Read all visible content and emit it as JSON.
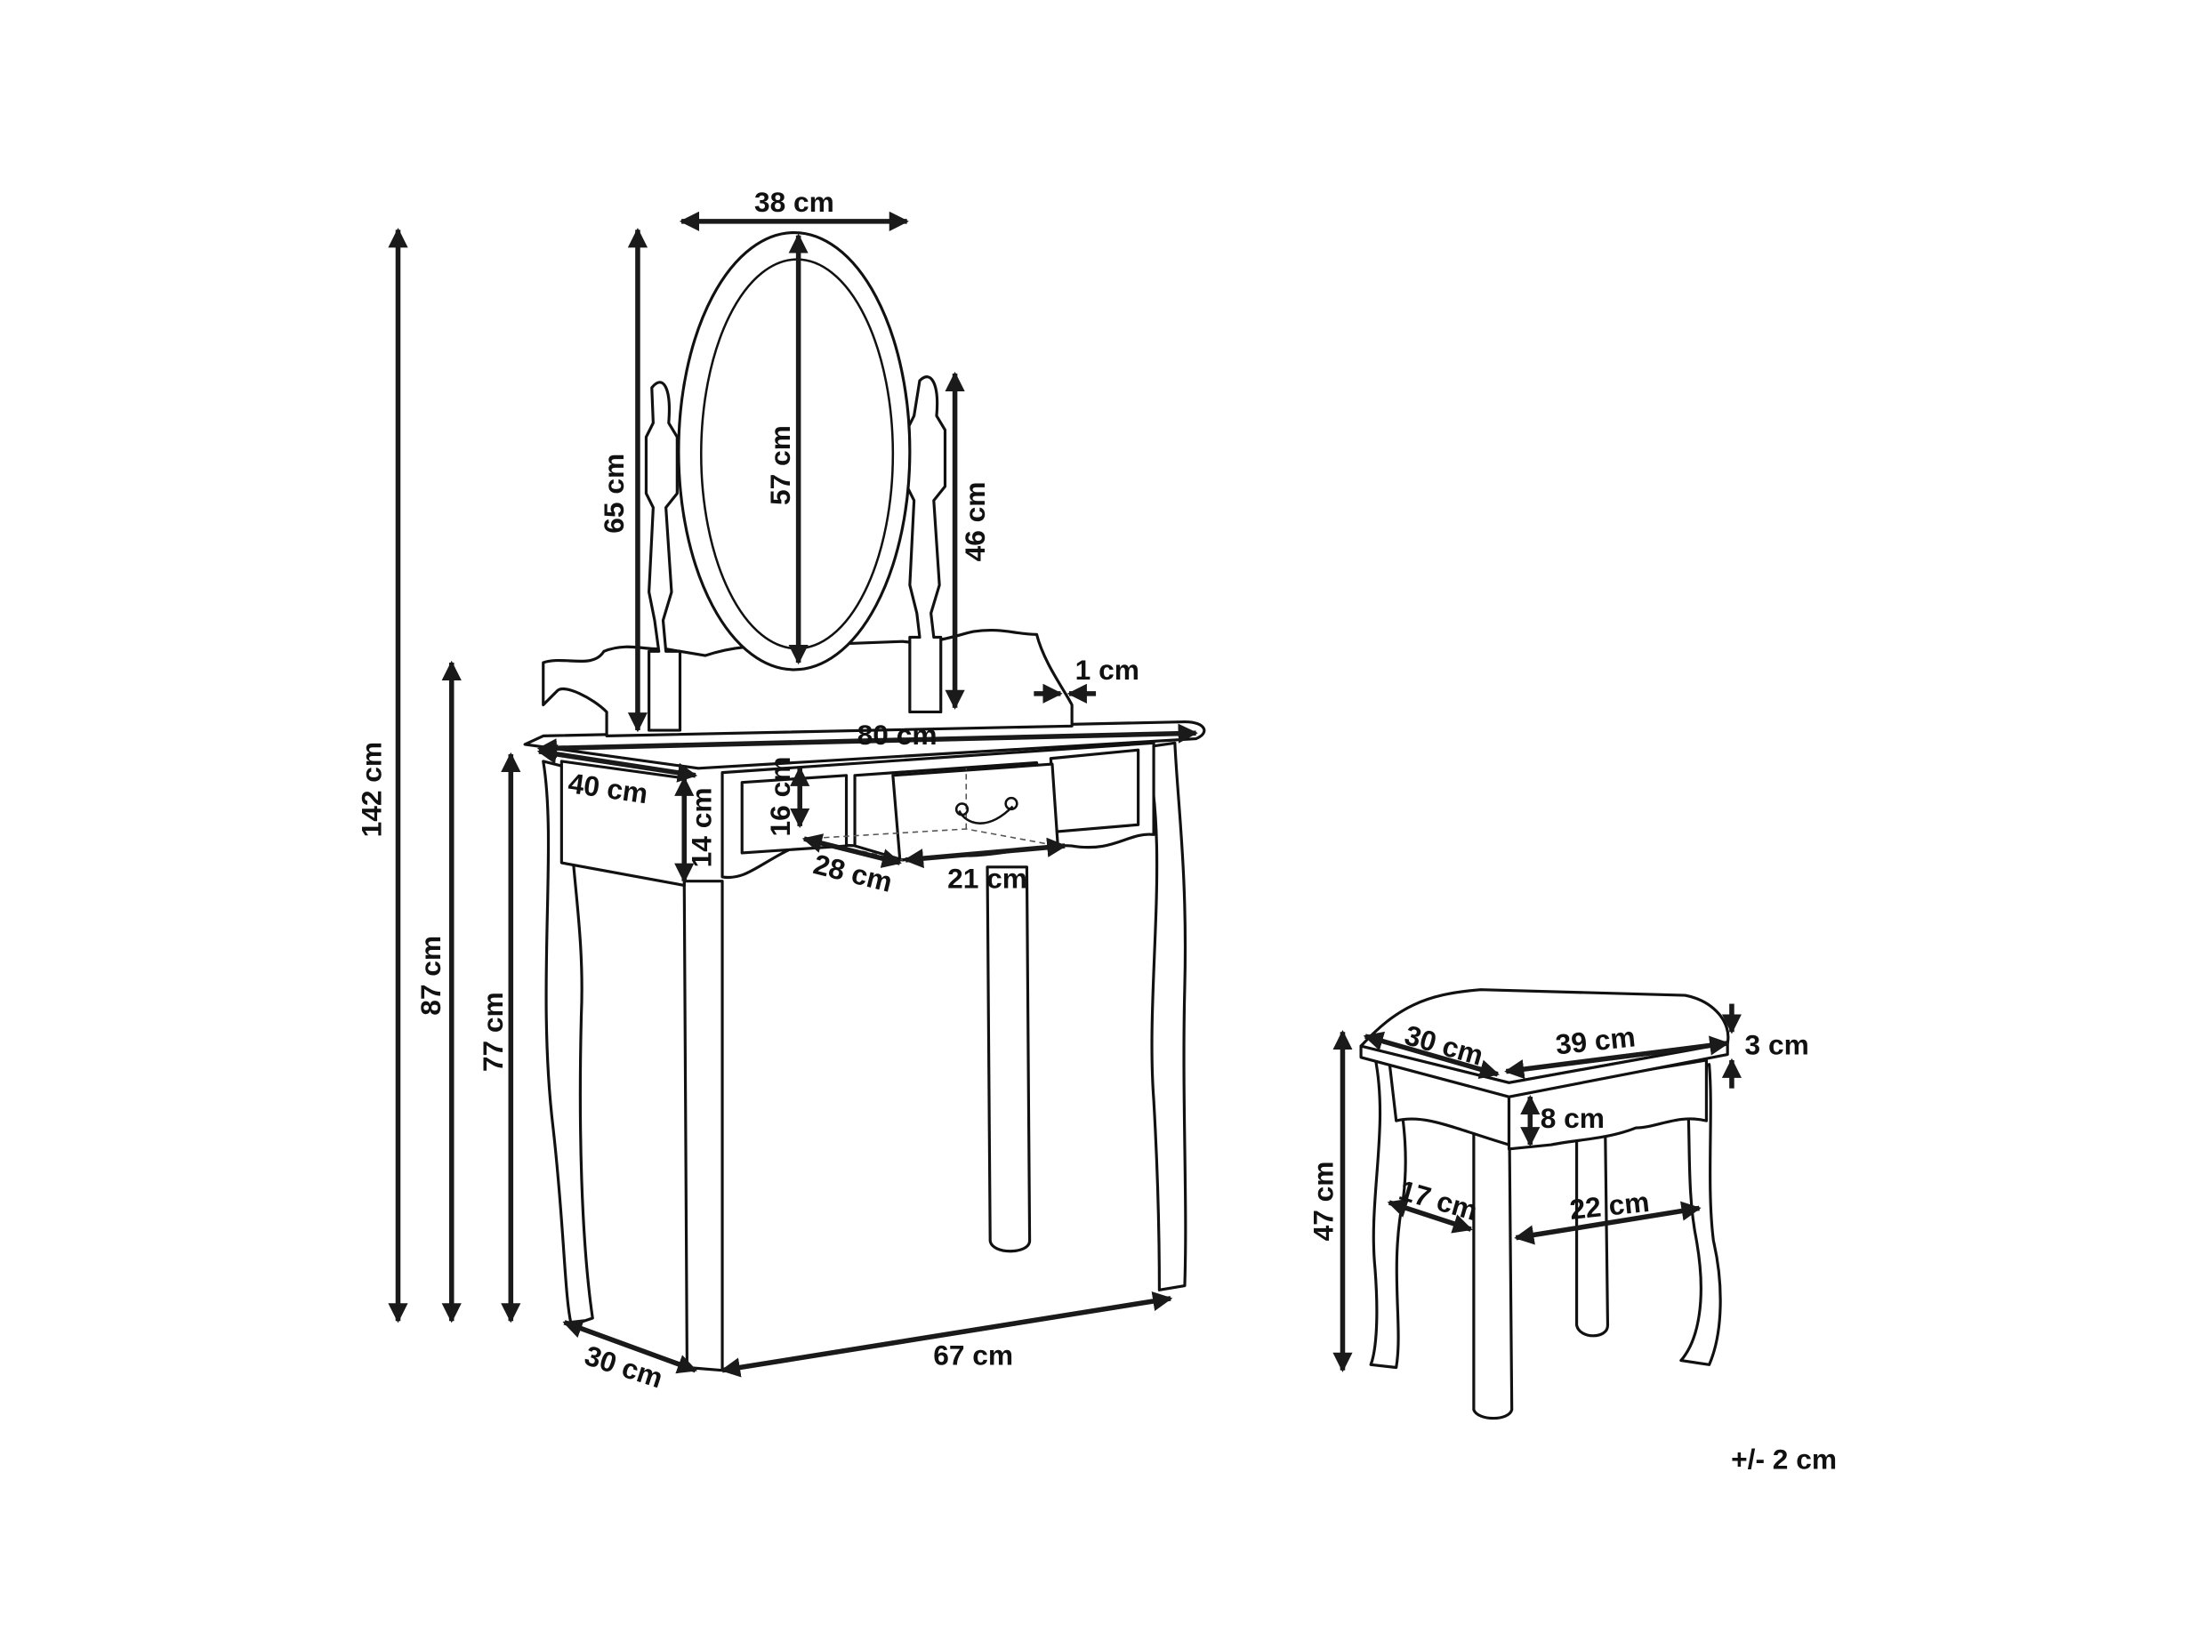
{
  "dimensions": {
    "mirror_width": "38 cm",
    "mirror_total_height": "65 cm",
    "mirror_height": "57 cm",
    "post_height": "46 cm",
    "backrail_thickness": "1 cm",
    "total_height": "142 cm",
    "backrail_height": "87 cm",
    "table_height": "77 cm",
    "table_width": "80 cm",
    "table_depth": "40 cm",
    "drawer_height": "16 cm",
    "apron_height": "14 cm",
    "drawer_depth": "28 cm",
    "drawer_width": "21 cm",
    "leg_depth": "30 cm",
    "leg_width": "67 cm"
  },
  "stool": {
    "seat_depth": "30 cm",
    "seat_width": "39 cm",
    "cushion_height": "3 cm",
    "apron_height": "8 cm",
    "leg_depth": "17 cm",
    "leg_width": "22 cm",
    "height": "47 cm"
  },
  "tolerance": "+/- 2 cm"
}
